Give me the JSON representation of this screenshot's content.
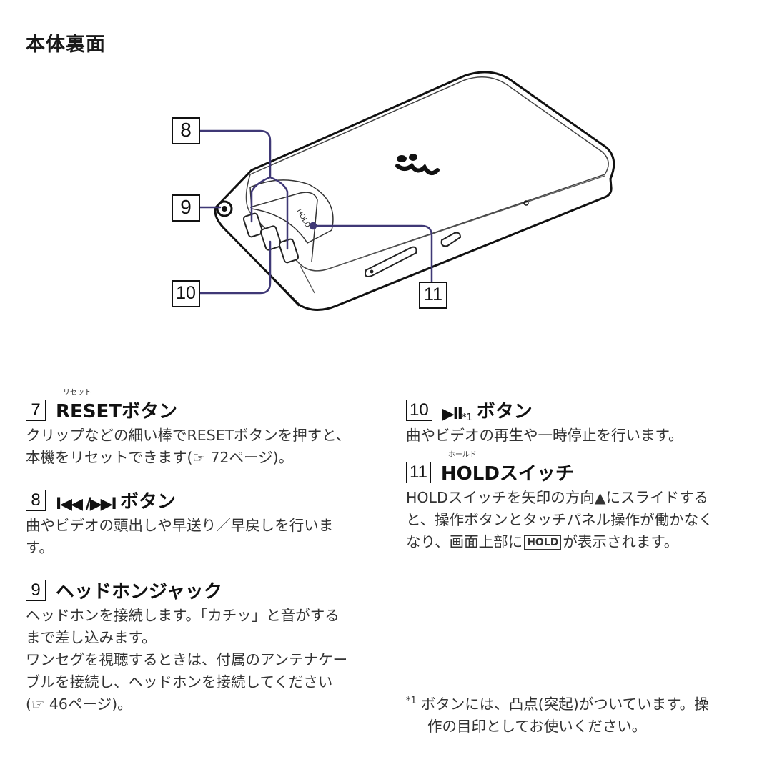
{
  "page": {
    "title": "本体裏面"
  },
  "diagram": {
    "callouts": [
      "8",
      "9",
      "10",
      "11"
    ],
    "hold_label": "HOLD",
    "logo_icon": "walkman-logo-icon"
  },
  "items_left": [
    {
      "num": "7",
      "ruby": "リセット",
      "title": "RESETボタン",
      "body": [
        "クリップなどの細い棒でRESETボタンを押すと、",
        "本機をリセットできます(☞ 72ページ)。"
      ]
    },
    {
      "num": "8",
      "symbol": "I◀◀ /▶▶I",
      "title": "ボタン",
      "body": [
        "曲やビデオの頭出しや早送り／早戻しを行いま",
        "す。"
      ]
    },
    {
      "num": "9",
      "title": "ヘッドホンジャック",
      "body": [
        "ヘッドホンを接続します。「カチッ」と音がする",
        "まで差し込みます。",
        "ワンセグを視聴するときは、付属のアンテナケー",
        "ブルを接続し、ヘッドホンを接続してください",
        "(☞ 46ページ)。"
      ]
    }
  ],
  "items_right": [
    {
      "num": "10",
      "symbol": "▶II",
      "sup": "*1",
      "title": "ボタン",
      "body": [
        "曲やビデオの再生や一時停止を行います。"
      ]
    },
    {
      "num": "11",
      "ruby": "ホールド",
      "title": "HOLDスイッチ",
      "body_1": "HOLDスイッチを矢印の方向▲にスライドする",
      "body_2": "と、操作ボタンとタッチパネル操作が働かなく",
      "body_3a": "なり、画面上部に",
      "badge": "HOLD",
      "body_3b": "が表示されます。"
    }
  ],
  "footnote": {
    "mark": "*1",
    "line1": "ボタンには、凸点(突起)がついています。操",
    "line2": "作の目印としてお使いください。"
  }
}
